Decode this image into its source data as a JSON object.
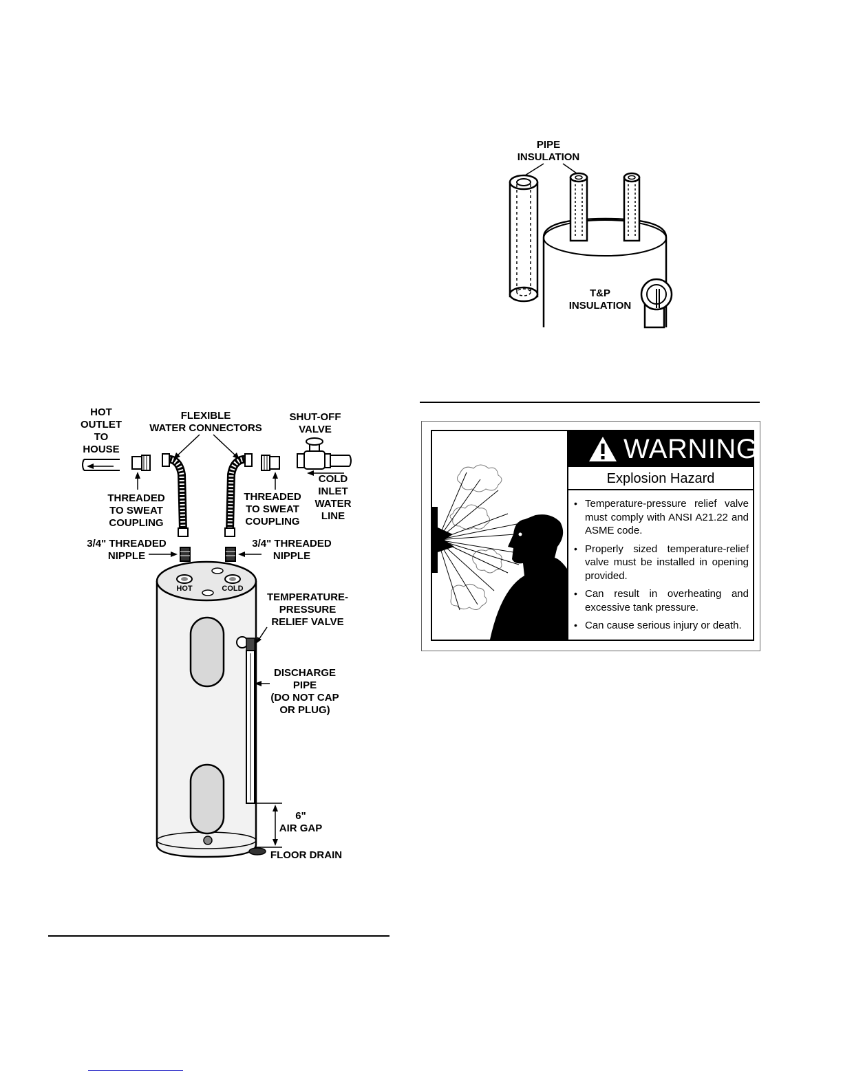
{
  "insulation_figure": {
    "pipe_insulation_label": "PIPE\nINSULATION",
    "tp_insulation_label": "T&P\nINSULATION"
  },
  "heater_figure": {
    "hot_outlet_label": "HOT\nOUTLET\nTO\nHOUSE",
    "flexible_connectors_label": "FLEXIBLE\nWATER CONNECTORS",
    "shutoff_valve_label": "SHUT-OFF\nVALVE",
    "cold_inlet_label": "COLD\nINLET\nWATER\nLINE",
    "coupling_left_label": "THREADED\nTO SWEAT\nCOUPLING",
    "coupling_right_label": "THREADED\nTO SWEAT\nCOUPLING",
    "nipple_left_label": "3/4\" THREADED\nNIPPLE",
    "nipple_right_label": "3/4\" THREADED\nNIPPLE",
    "hot_port_label": "HOT",
    "cold_port_label": "COLD",
    "relief_valve_label": "TEMPERATURE-\nPRESSURE\nRELIEF VALVE",
    "discharge_pipe_label": "DISCHARGE\nPIPE\n(DO NOT CAP\nOR PLUG)",
    "air_gap_label": "6\"\nAIR GAP",
    "floor_drain_label": "FLOOR DRAIN"
  },
  "warning": {
    "title": "WARNING",
    "subtitle": "Explosion Hazard",
    "items": [
      "Temperature-pressure relief valve must comply with ANSI A21.22 and ASME code.",
      "Properly sized temperature-relief valve must be installed in opening provided.",
      "Can result in overheating and excessive tank pressure.",
      "Can cause serious injury or death."
    ]
  }
}
